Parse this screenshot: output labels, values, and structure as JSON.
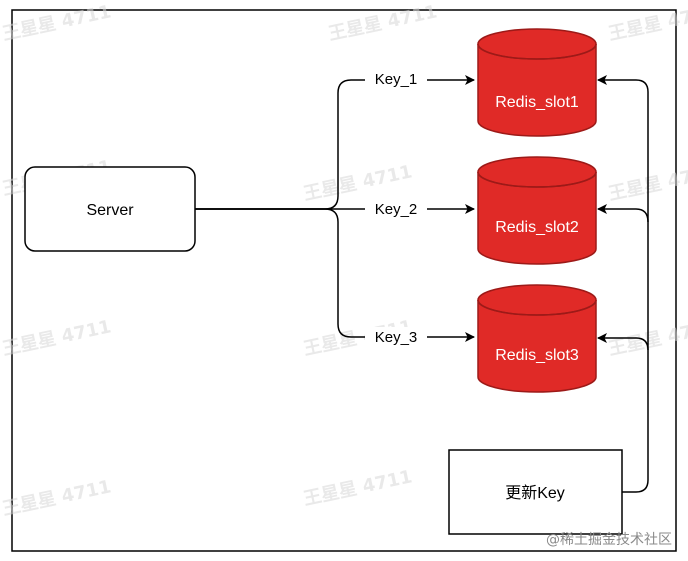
{
  "diagram": {
    "nodes": {
      "server": "Server",
      "slot1": "Redis_slot1",
      "slot2": "Redis_slot2",
      "slot3": "Redis_slot3",
      "update": "更新Key"
    },
    "edges": {
      "key1": "Key_1",
      "key2": "Key_2",
      "key3": "Key_3"
    },
    "colors": {
      "database_fill": "#e02a27",
      "database_stroke": "#9d1a18",
      "line": "#000000",
      "border": "#000000"
    }
  },
  "watermark": {
    "text": "王星星 4711"
  },
  "credit": {
    "text": "@稀土掘金技术社区"
  }
}
